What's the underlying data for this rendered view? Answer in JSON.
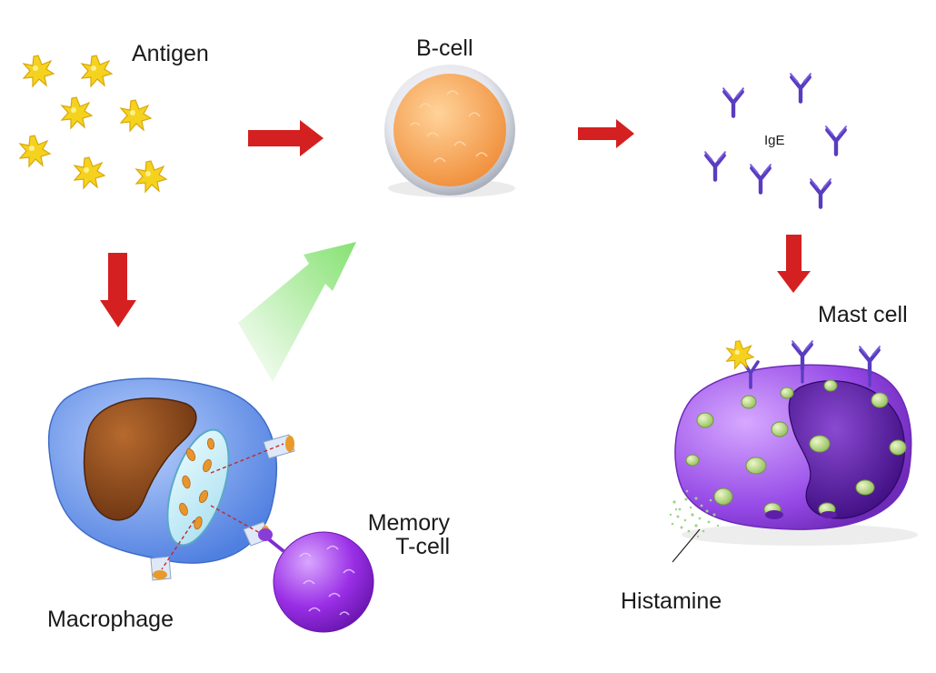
{
  "labels": {
    "antigen": "Antigen",
    "b_cell": "B-cell",
    "ige": "IgE",
    "mast_cell": "Mast cell",
    "macrophage": "Macrophage",
    "memory_line1": "Memory",
    "memory_line2": "T-cell",
    "histamine": "Histamine"
  },
  "colors": {
    "arrow_red": "#d42020",
    "arrow_green": "#7fe06a",
    "antigen_yellow": "#f5d21e",
    "b_cell_orange": "#f4a85a",
    "antibody_purple": "#5a3cc0",
    "macrophage_blue": "#6f9ae8",
    "macrophage_nucleus": "#8a4a1c",
    "memory_cell_purple": "#a23ee6",
    "mast_cell_purple": "#9a52ea",
    "mast_nucleus": "#5e1fa6",
    "granule_green": "#b9d98a",
    "histamine_green": "#9ed48a"
  },
  "icons": {
    "antigen": "antigen-particle-icon",
    "antibody": "antibody-y-icon"
  }
}
